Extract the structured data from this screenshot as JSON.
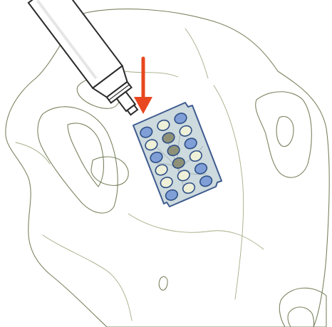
{
  "illustration": {
    "subject": "skull-with-implant-sheet",
    "colors": {
      "bone": "#dfe5c4",
      "bone_shade": "#cfd7b1",
      "bone_outline": "#7b8460",
      "sheet_fill": "#c9d7dc",
      "sheet_outline": "#2f4f86",
      "well_blue": "#7f9fd6",
      "well_light": "#eef0d8",
      "well_dark": "#8e9178",
      "arrow": "#e8471f",
      "applicator_body": "#ffffff",
      "applicator_outline": "#2b2b2b"
    },
    "icons": [
      "applicator-icon",
      "down-arrow-icon",
      "implant-sheet-icon"
    ],
    "wells": {
      "rows": 6,
      "columns": 3,
      "pattern": [
        [
          "blue",
          "light",
          "blue"
        ],
        [
          "light",
          "dark",
          "light"
        ],
        [
          "blue",
          "dark",
          "blue"
        ],
        [
          "light",
          "dark",
          "light"
        ],
        [
          "light",
          "light",
          "blue"
        ],
        [
          "blue",
          "light",
          "blue"
        ]
      ]
    }
  }
}
